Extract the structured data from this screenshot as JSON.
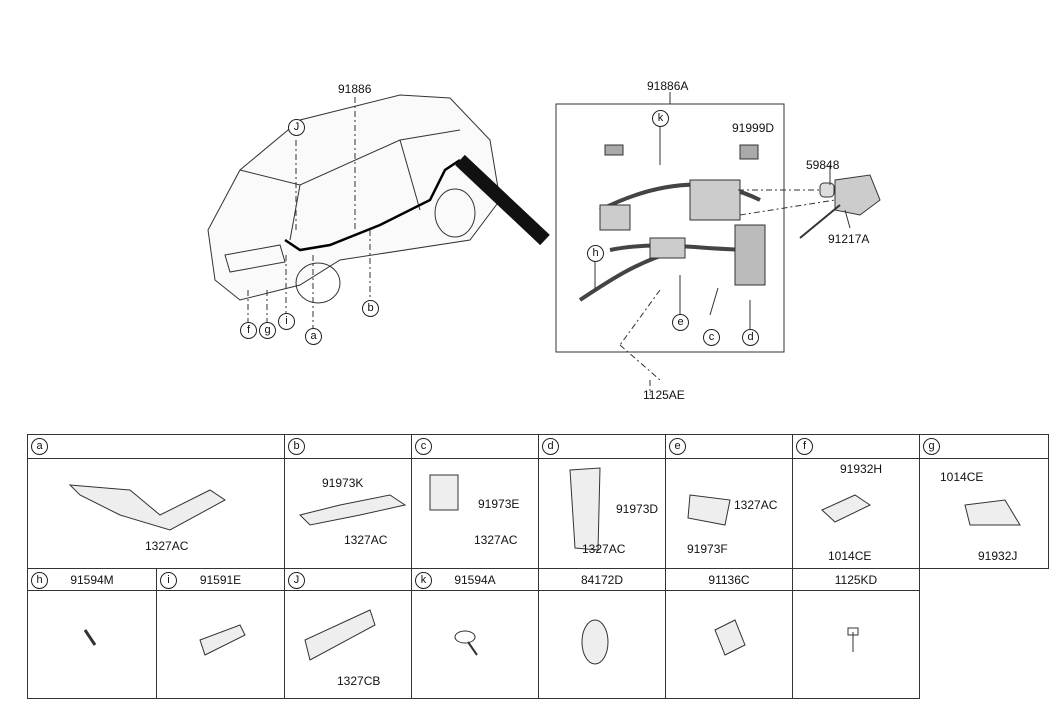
{
  "main_diagram": {
    "car_harness": {
      "part": "91886",
      "callouts": [
        "J",
        "f",
        "g",
        "i",
        "a",
        "b"
      ]
    },
    "battery_harness": {
      "part": "91886A",
      "callouts": [
        "k",
        "h",
        "e",
        "c",
        "d"
      ],
      "parts": [
        "91999D",
        "59848",
        "91217A",
        "1125AE"
      ]
    }
  },
  "table": {
    "row1": [
      {
        "key": "a",
        "parts": [
          "1327AC"
        ]
      },
      {
        "key": "b",
        "parts": [
          "91973K",
          "1327AC"
        ]
      },
      {
        "key": "c",
        "parts": [
          "91973E",
          "1327AC"
        ]
      },
      {
        "key": "d",
        "parts": [
          "91973D",
          "1327AC"
        ]
      },
      {
        "key": "e",
        "parts": [
          "1327AC",
          "91973F"
        ]
      },
      {
        "key": "f",
        "parts": [
          "91932H",
          "1014CE"
        ]
      },
      {
        "key": "g",
        "parts": [
          "1014CE",
          "91932J"
        ]
      }
    ],
    "row2": [
      {
        "key": "h",
        "title": "91594M"
      },
      {
        "key": "i",
        "title": "91591E"
      },
      {
        "key": "J",
        "title": "",
        "parts": [
          "1327CB"
        ]
      },
      {
        "key": "k",
        "title": "91594A"
      },
      {
        "key": "",
        "title": "84172D"
      },
      {
        "key": "",
        "title": "91136C"
      },
      {
        "key": "",
        "title": "1125KD"
      }
    ]
  },
  "colors": {
    "line": "#222222",
    "part_fill": "#e6e6e6"
  }
}
